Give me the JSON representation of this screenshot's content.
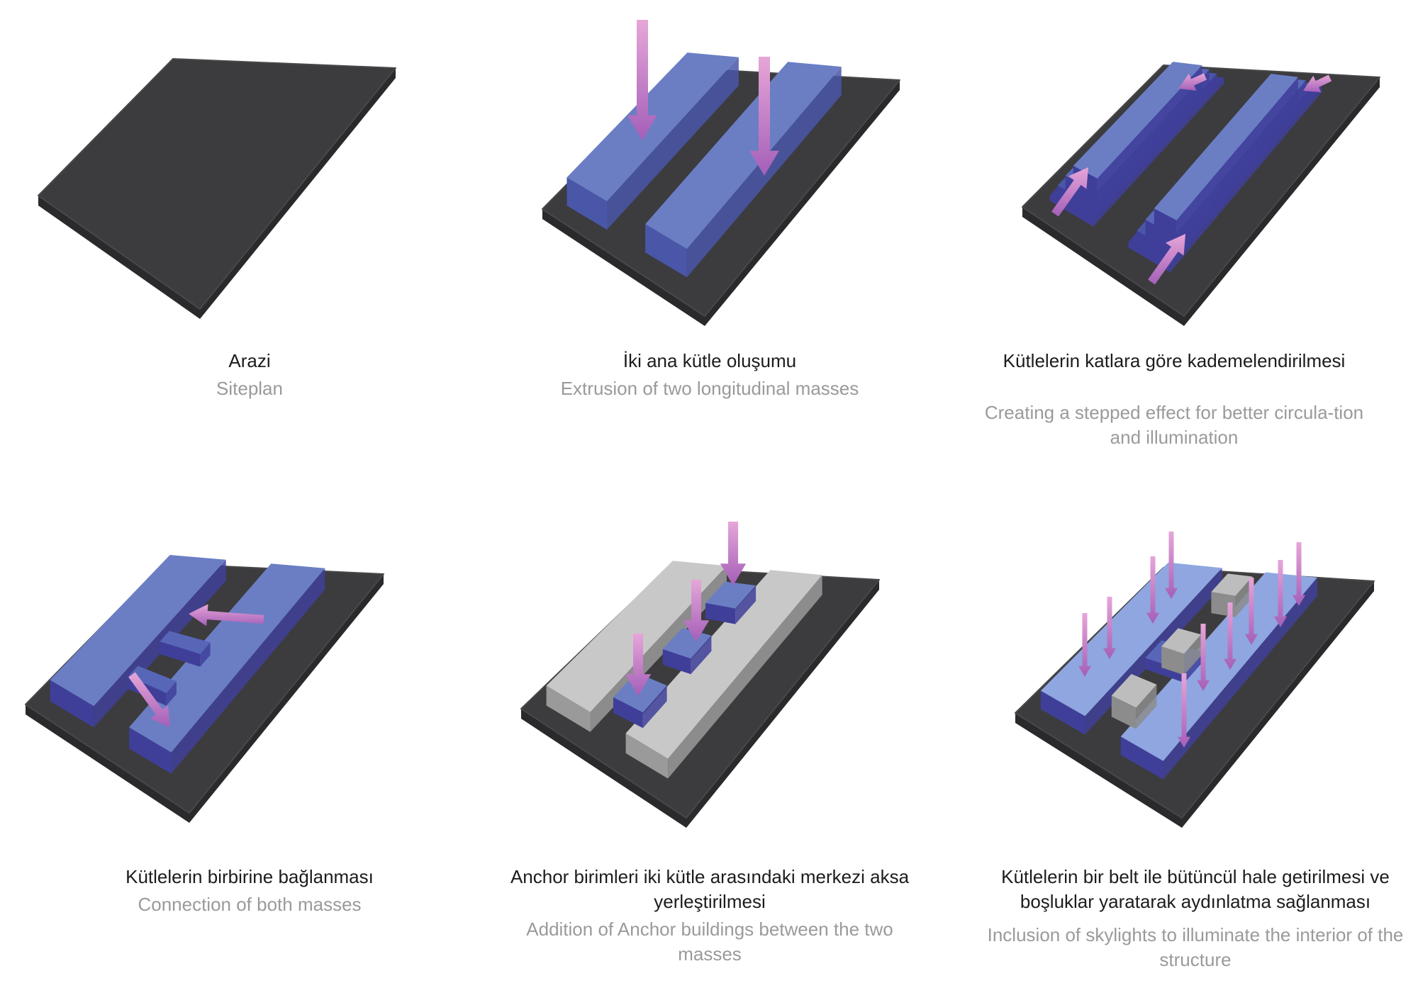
{
  "colors": {
    "slab": "#3c3c3e",
    "slab_edge": "#2a2a2c",
    "mass": "#6b7ec4",
    "mass_side": "#4a56a8",
    "mass_dark": "#3f3f9a",
    "belt": "#8fa6e0",
    "anchor_gray": "#b9b9b9",
    "arrow": "#d07ec8"
  },
  "steps": [
    {
      "title": "Arazi",
      "subtitle": "Siteplan"
    },
    {
      "title": "İki ana kütle oluşumu",
      "subtitle": "Extrusion of two longitudinal masses"
    },
    {
      "title": "Kütlelerin katlara göre kademelendirilmesi",
      "subtitle": "Creating a stepped effect for better circula-tion and illumination"
    },
    {
      "title": "Kütlelerin birbirine bağlanması",
      "subtitle": "Connection of both masses"
    },
    {
      "title": "Anchor birimleri iki kütle arasındaki merkezi aksa yerleştirilmesi",
      "subtitle": "Addition of Anchor buildings between the two masses"
    },
    {
      "title": "Kütlelerin bir belt ile bütüncül hale getirilmesi ve boşluklar yaratarak aydınlatma sağlanması",
      "subtitle": "Inclusion of skylights to illuminate the interior of the structure"
    }
  ]
}
